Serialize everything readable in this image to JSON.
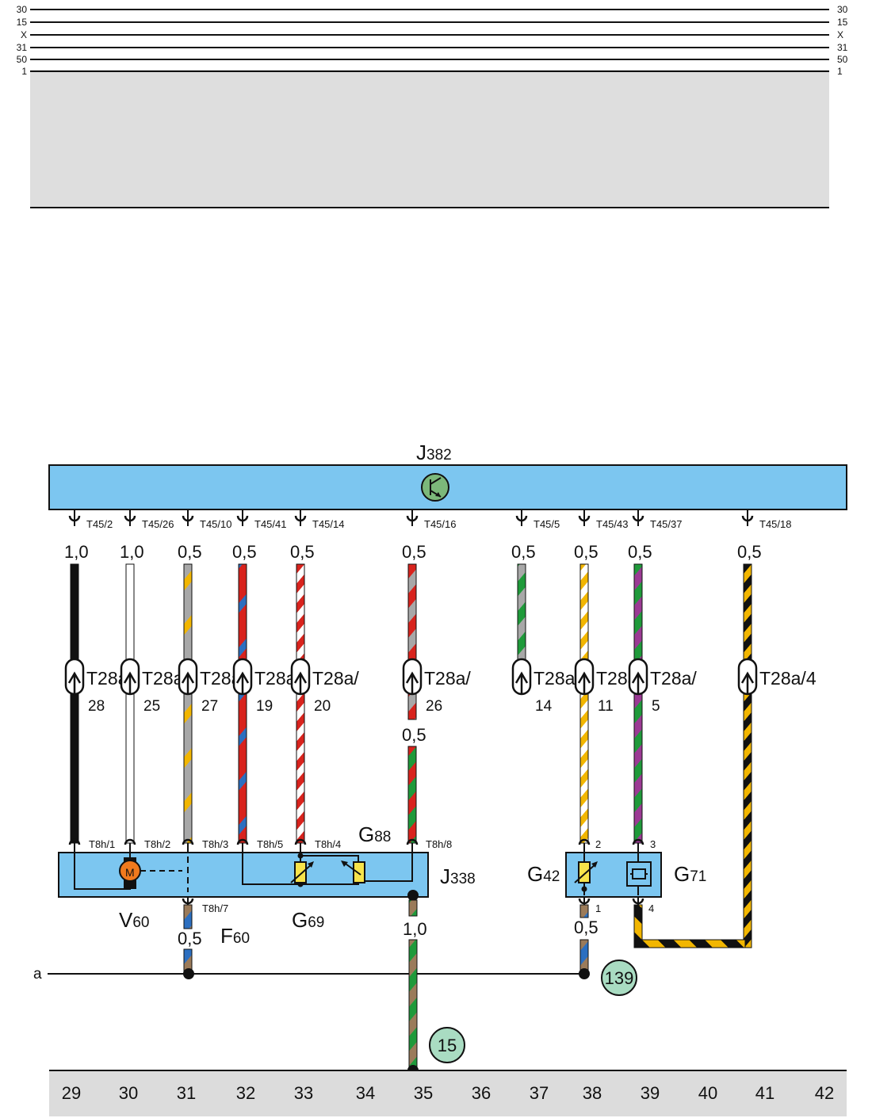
{
  "rails": {
    "left": [
      "30",
      "15",
      "X",
      "31",
      "50",
      "1"
    ],
    "right": [
      "30",
      "15",
      "X",
      "31",
      "50",
      "1"
    ]
  },
  "control_unit_top": {
    "name": "J",
    "sub": "382"
  },
  "wires": [
    {
      "id": "w29",
      "conn_top": "T45/2",
      "gauge_top": "1,0",
      "plug": "T28a/",
      "plug_pin": "28",
      "colors": [
        "#111111"
      ]
    },
    {
      "id": "w30",
      "conn_top": "T45/26",
      "gauge_top": "1,0",
      "plug": "T28a/",
      "plug_pin": "25",
      "colors": [
        "#ffffff"
      ]
    },
    {
      "id": "w31",
      "conn_top": "T45/10",
      "gauge_top": "0,5",
      "plug": "T28a/",
      "plug_pin": "27",
      "colors": [
        "#a8a8a8",
        "#f2b600"
      ]
    },
    {
      "id": "w32",
      "conn_top": "T45/41",
      "gauge_top": "0,5",
      "plug": "T28a/",
      "plug_pin": "19",
      "colors": [
        "#d8231d",
        "#2c6fc0"
      ]
    },
    {
      "id": "w33",
      "conn_top": "T45/14",
      "gauge_top": "0,5",
      "plug": "T28a/",
      "plug_pin": "20",
      "colors": [
        "#d8231d",
        "#ffffff"
      ]
    },
    {
      "id": "w35",
      "conn_top": "T45/16",
      "gauge_top": "0,5",
      "plug": "T28a/",
      "plug_pin": "26",
      "gauge_mid": "0,5",
      "colors": [
        "#d8231d",
        "#a8a8a8"
      ],
      "colors_low": [
        "#d8231d",
        "#1f9a3a"
      ]
    },
    {
      "id": "w37",
      "conn_top": "T45/5",
      "gauge_top": "0,5",
      "plug": "T28a/",
      "plug_pin": "14",
      "colors": [
        "#1f9a3a",
        "#a8a8a8"
      ]
    },
    {
      "id": "w38",
      "conn_top": "T45/43",
      "gauge_top": "0,5",
      "plug": "T28a/",
      "plug_pin": "11",
      "colors": [
        "#f2b600",
        "#ffffff"
      ]
    },
    {
      "id": "w39",
      "conn_top": "T45/37",
      "gauge_top": "0,5",
      "plug": "T28a/",
      "plug_pin": "5",
      "colors": [
        "#1f9a3a",
        "#9b3a94"
      ]
    },
    {
      "id": "w41",
      "conn_top": "T45/18",
      "gauge_top": "0,5",
      "plug": "T28a/4",
      "plug_pin": "",
      "colors": [
        "#111111",
        "#f2b600"
      ]
    }
  ],
  "module_j338": {
    "name": "J",
    "sub": "338",
    "connectors_top": [
      "T8h/1",
      "T8h/2",
      "T8h/3",
      "T8h/5",
      "T8h/4",
      "T8h/8"
    ],
    "connector_bottom": "T8h/7",
    "motor_symbol": "M",
    "v60": {
      "name": "V",
      "sub": "60"
    },
    "f60": {
      "name": "F",
      "sub": "60"
    },
    "g69": {
      "name": "G",
      "sub": "69"
    },
    "g88": {
      "name": "G",
      "sub": "88"
    },
    "gauge_f60": "0,5",
    "gauge_ground": "1,0",
    "f60_wire_colors": [
      "#2c6fc0",
      "#9b7b5a"
    ],
    "ground_wire_colors": [
      "#1f9a3a",
      "#9b7b5a"
    ]
  },
  "module_g42_g71": {
    "g42": {
      "name": "G",
      "sub": "42"
    },
    "g71": {
      "name": "G",
      "sub": "71"
    },
    "pins": [
      "2",
      "3",
      "1",
      "4"
    ],
    "gauge_bottom": "0,5",
    "bottom_wire_colors": [
      "#2c6fc0",
      "#9b7b5a"
    ]
  },
  "net_a": "a",
  "refs": [
    "139",
    "15"
  ],
  "grid": [
    "29",
    "30",
    "31",
    "32",
    "33",
    "34",
    "35",
    "36",
    "37",
    "38",
    "39",
    "40",
    "41",
    "42"
  ],
  "colors": {
    "module_fill": "#7cc6f0",
    "top_area_fill": "#dedede",
    "grid_fill": "#dcdcdc",
    "ref_circle": "#a9dcc2",
    "motor_fill": "#f07a1e",
    "sensor_fill": "#f7e34a",
    "relay_circle": "#7cb87a"
  }
}
